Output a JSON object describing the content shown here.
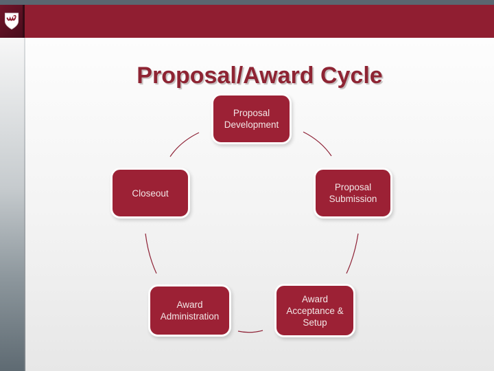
{
  "header": {
    "logo": "wsu-cougar-shield"
  },
  "slide": {
    "title": "Proposal/Award Cycle"
  },
  "diagram": {
    "type": "cycle",
    "nodes": [
      {
        "id": "proposal-development",
        "lines": [
          "Proposal",
          "Development"
        ]
      },
      {
        "id": "proposal-submission",
        "lines": [
          "Proposal",
          "Submission"
        ]
      },
      {
        "id": "award-acceptance-setup",
        "lines": [
          "Award",
          "Acceptance &",
          "Setup"
        ]
      },
      {
        "id": "award-administration",
        "lines": [
          "Award",
          "Administration"
        ]
      },
      {
        "id": "closeout",
        "lines": [
          "Closeout"
        ]
      }
    ]
  },
  "colors": {
    "top_bar": "#5a6670",
    "crimson_header": "#901e31",
    "crimson_node": "#9c2135",
    "title_text": "#8e2433",
    "node_text": "#f2e6e6",
    "connector": "#8e2236"
  }
}
